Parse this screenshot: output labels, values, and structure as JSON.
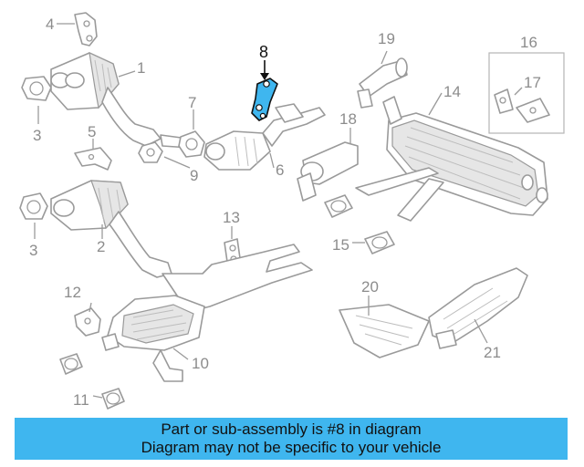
{
  "diagram": {
    "highlight_color": "#3fb6ef",
    "callouts": [
      {
        "id": "n1",
        "text": "1"
      },
      {
        "id": "n2",
        "text": "2"
      },
      {
        "id": "n3a",
        "text": "3"
      },
      {
        "id": "n3b",
        "text": "3"
      },
      {
        "id": "n4",
        "text": "4"
      },
      {
        "id": "n5",
        "text": "5"
      },
      {
        "id": "n6",
        "text": "6"
      },
      {
        "id": "n7",
        "text": "7"
      },
      {
        "id": "n8",
        "text": "8"
      },
      {
        "id": "n9",
        "text": "9"
      },
      {
        "id": "n10",
        "text": "10"
      },
      {
        "id": "n11",
        "text": "11"
      },
      {
        "id": "n12",
        "text": "12"
      },
      {
        "id": "n13",
        "text": "13"
      },
      {
        "id": "n14",
        "text": "14"
      },
      {
        "id": "n15",
        "text": "15"
      },
      {
        "id": "n16",
        "text": "16"
      },
      {
        "id": "n17",
        "text": "17"
      },
      {
        "id": "n18",
        "text": "18"
      },
      {
        "id": "n19",
        "text": "19"
      },
      {
        "id": "n20",
        "text": "20"
      },
      {
        "id": "n21",
        "text": "21"
      }
    ]
  },
  "banner": {
    "line1": "Part or sub-assembly is #8 in diagram",
    "line2": "Diagram may not be specific to your vehicle",
    "background": "#3fb6ef"
  }
}
